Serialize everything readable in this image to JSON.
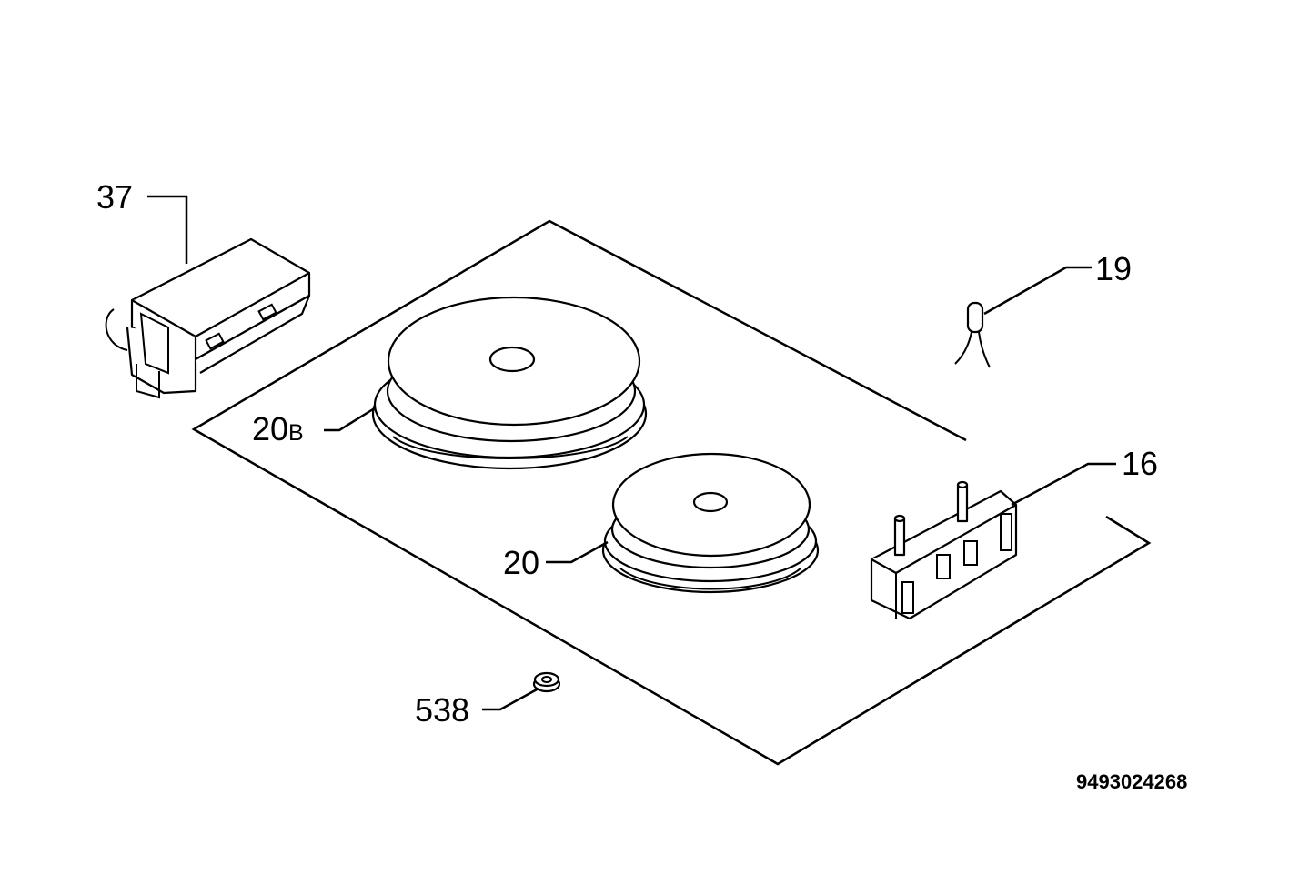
{
  "labels": {
    "p37": "37",
    "p19": "19",
    "p20b_num": "20",
    "p20b_suffix": "B",
    "p16": "16",
    "p20": "20",
    "p538": "538"
  },
  "reference_number": "9493024268"
}
